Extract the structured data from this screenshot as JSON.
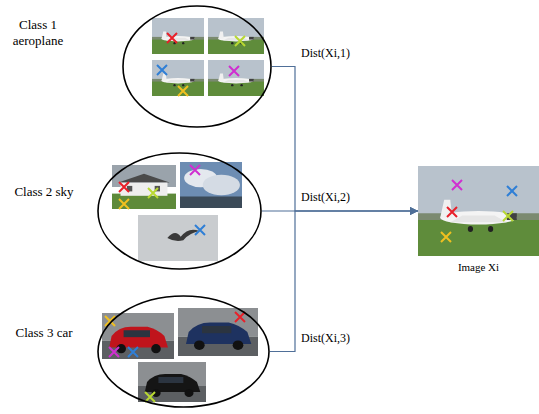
{
  "diagram": {
    "nodes": [
      {
        "text": [
          "Class 1 aeroplane"
        ]
      },
      {
        "text": [
          "Class 2 sky"
        ]
      },
      {
        "text": [
          "Class 3 car"
        ]
      },
      {
        "text": [
          "Image Xi"
        ]
      }
    ],
    "edges": [
      {
        "from": 0,
        "to": 3,
        "arrow": "to",
        "label": "Dist(Xi,1)"
      },
      {
        "from": 1,
        "to": 3,
        "arrow": "to",
        "label": "Dist(Xi,2)"
      },
      {
        "from": 2,
        "to": 3,
        "arrow": "to",
        "label": "Dist(Xi,3)"
      }
    ]
  }
}
